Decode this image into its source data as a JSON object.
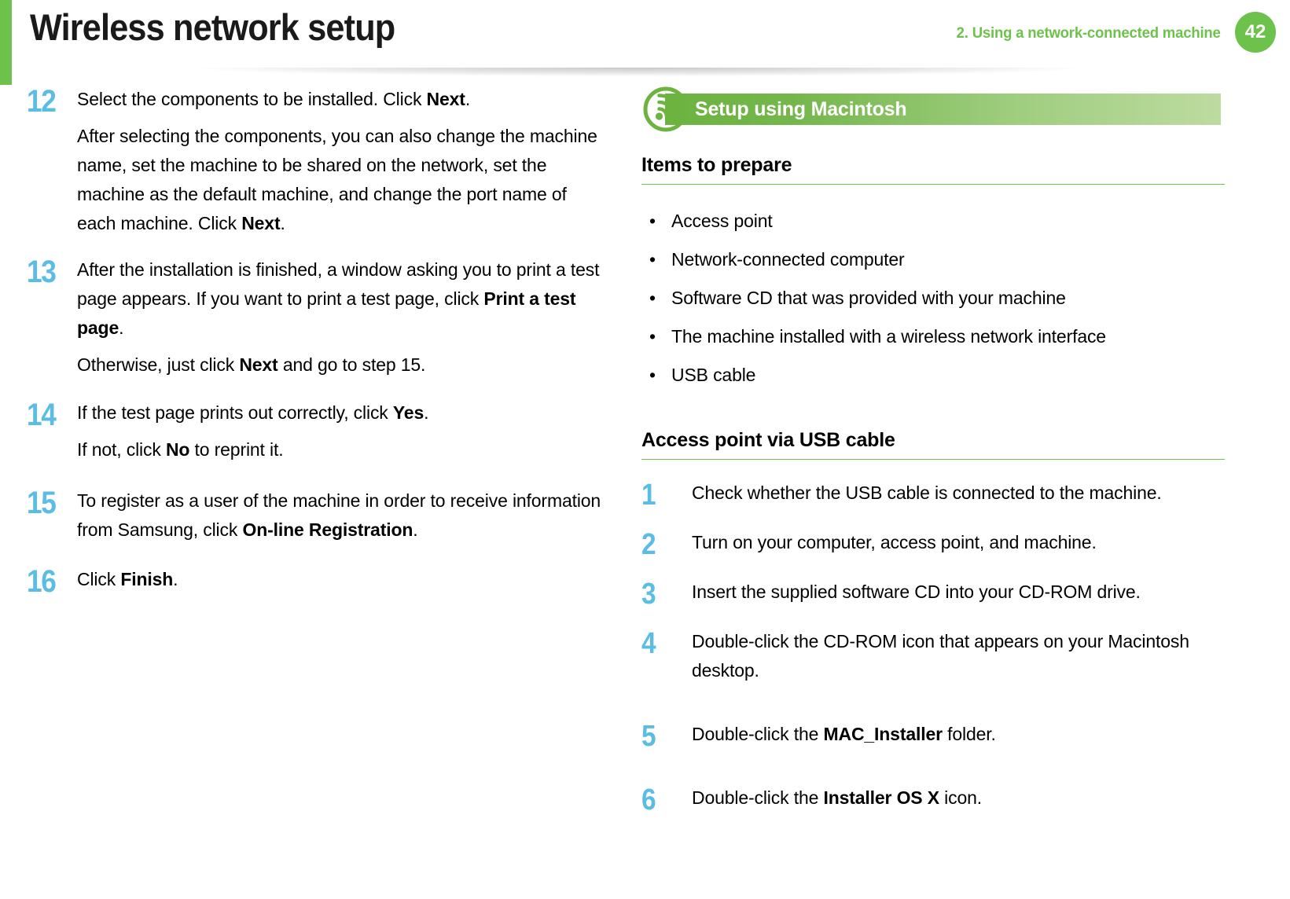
{
  "header": {
    "title": "Wireless network setup",
    "chapter": "2.  Using a network-connected machine",
    "page_number": "42",
    "accent_green": "#6cc24a",
    "accent_blue": "#5bbce4"
  },
  "left_column": {
    "steps": [
      {
        "number": "12",
        "paragraphs": [
          "Select the components to be installed. Click Next.",
          "After selecting the components, you can also change the machine name, set the machine to be shared on the network, set the machine as the default machine, and change the port name of each machine. Click Next."
        ]
      },
      {
        "number": "13",
        "paragraphs": [
          "After the installation is finished, a window asking you to print a test page appears. If you want to print a test page, click Print a test page.",
          "Otherwise, just click Next and go to step 15."
        ]
      },
      {
        "number": "14",
        "paragraphs": [
          "If the test page prints out correctly, click Yes.",
          "If not, click No to reprint it."
        ]
      },
      {
        "number": "15",
        "paragraphs": [
          "To register as a user of the machine in order to receive information from Samsung, click On-line Registration."
        ]
      },
      {
        "number": "16",
        "paragraphs": [
          "Click Finish."
        ]
      }
    ]
  },
  "right_column": {
    "banner": {
      "label": "Setup using Macintosh",
      "icon": "wireless-signal-icon",
      "gradient_start": "#6cb33f",
      "gradient_end": "#bddba0"
    },
    "items_to_prepare": {
      "heading": "Items to prepare",
      "bullet_char": "•",
      "items": [
        "Access point",
        "Network-connected computer",
        "Software CD that was provided with your machine",
        "The machine installed with a wireless network interface",
        "USB cable"
      ]
    },
    "access_point": {
      "heading": "Access point via USB cable",
      "steps": [
        {
          "number": "1",
          "text": "Check whether the USB cable is connected to the machine."
        },
        {
          "number": "2",
          "text": "Turn on your computer, access point, and machine."
        },
        {
          "number": "3",
          "text": "Insert the supplied software CD into your CD-ROM drive."
        },
        {
          "number": "4",
          "text": "Double-click the CD-ROM icon that appears on your Macintosh desktop."
        },
        {
          "number": "5",
          "text": "Double-click the MAC_Installer folder."
        },
        {
          "number": "6",
          "text": "Double-click the Installer OS X icon."
        }
      ]
    }
  }
}
